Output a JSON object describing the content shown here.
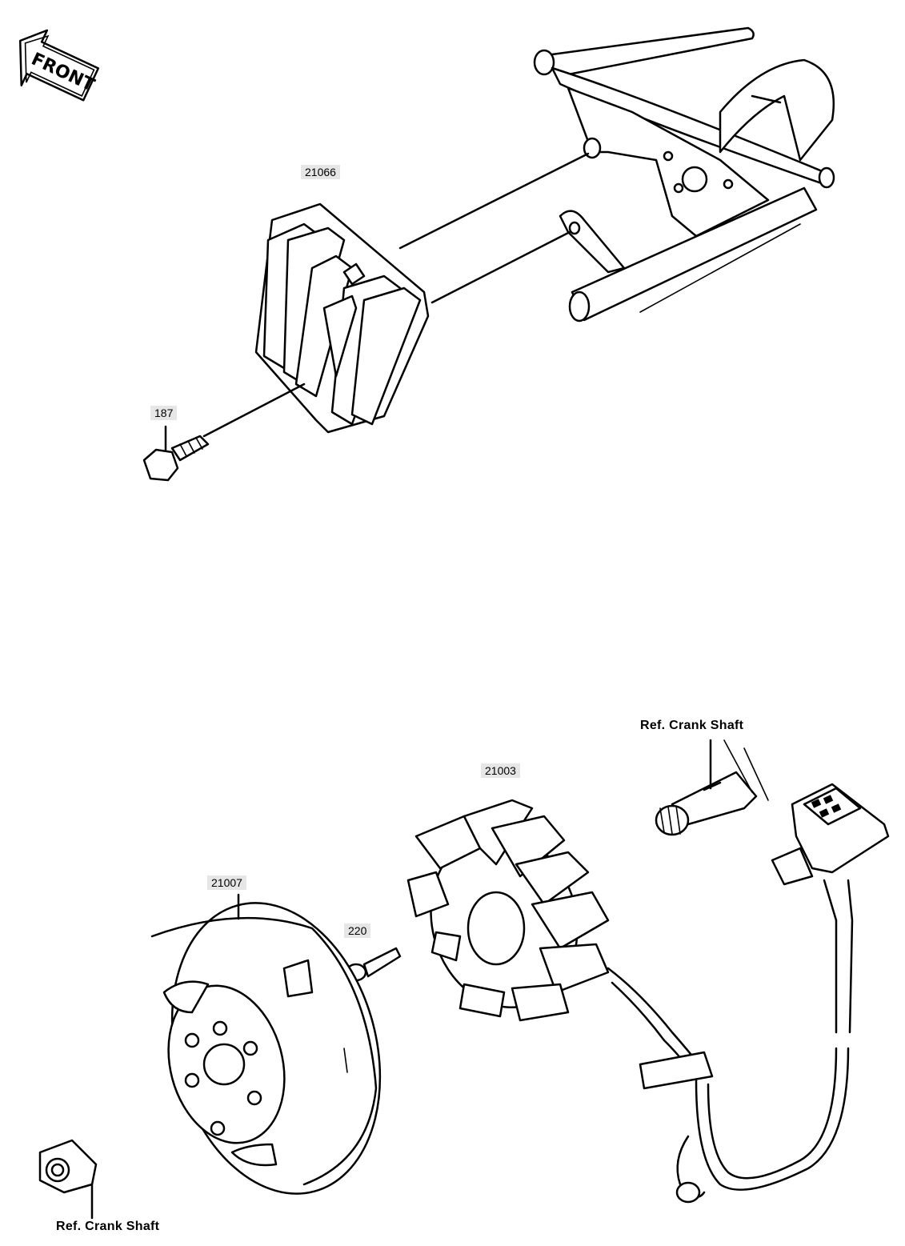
{
  "front_arrow": {
    "text": "FRONT"
  },
  "parts": {
    "regulator": {
      "number": "21066"
    },
    "regulator_bolt": {
      "number": "187"
    },
    "stator": {
      "number": "21003"
    },
    "flywheel": {
      "number": "21007"
    },
    "stator_screw": {
      "number": "220"
    }
  },
  "references": {
    "crank_shaft_top": "Ref. Crank Shaft",
    "crank_shaft_bottom": "Ref. Crank Shaft"
  }
}
